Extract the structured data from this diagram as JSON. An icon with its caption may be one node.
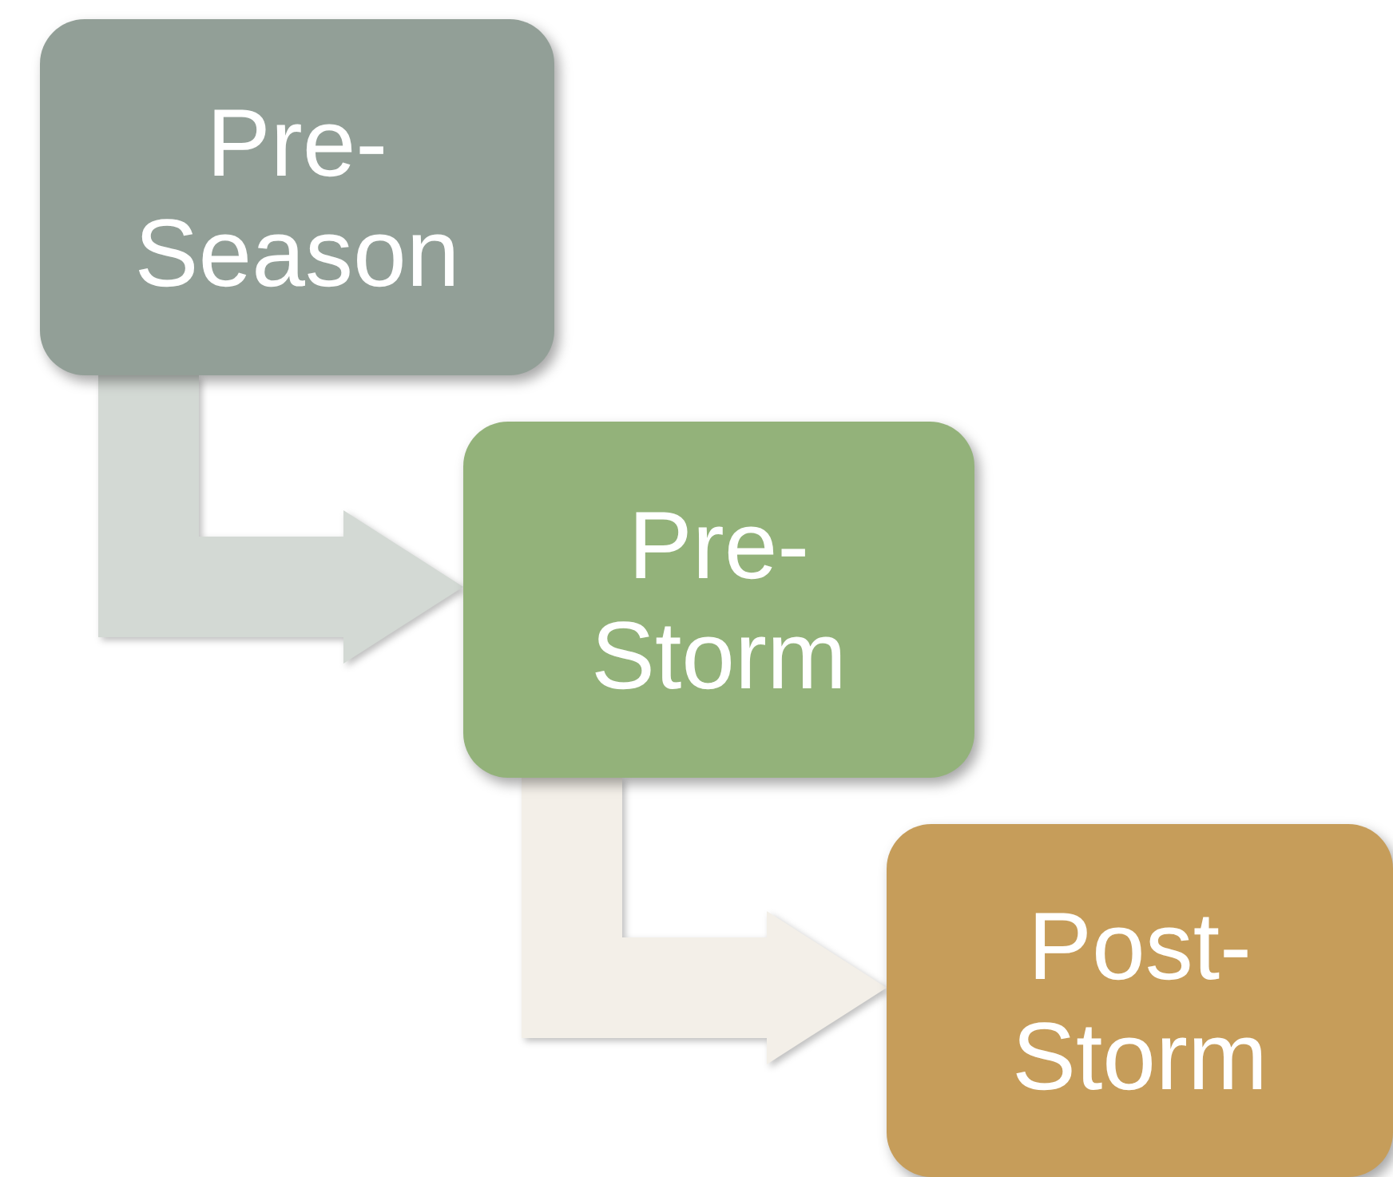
{
  "diagram": {
    "nodes": [
      {
        "text": [
          "Pre- Season"
        ]
      },
      {
        "text": [
          "Pre- Storm"
        ]
      },
      {
        "text": [
          "Post- Storm"
        ]
      }
    ],
    "edges": [
      {
        "from": 0,
        "to": 1,
        "arrow": "to",
        "color": "#d3d9d4"
      },
      {
        "from": 1,
        "to": 2,
        "arrow": "to",
        "color": "#f3efe8"
      }
    ]
  }
}
